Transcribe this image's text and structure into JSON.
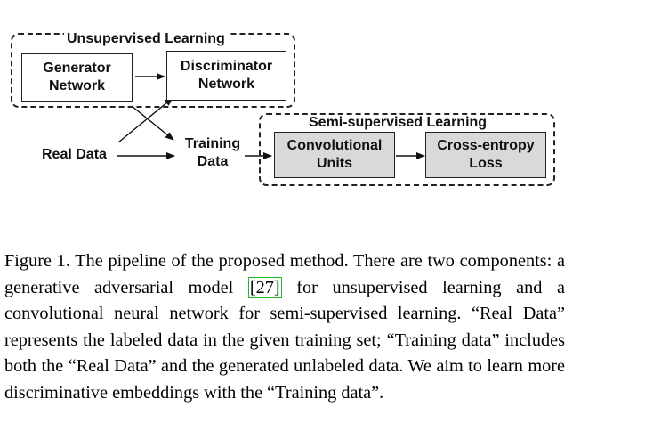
{
  "diagram": {
    "unsupervised_title": "Unsupervised Learning",
    "semisupervised_title": "Semi-supervised Learning",
    "generator_line1": "Generator",
    "generator_line2": "Network",
    "discriminator_line1": "Discriminator",
    "discriminator_line2": "Network",
    "real_data": "Real Data",
    "training_line1": "Training",
    "training_line2": "Data",
    "conv_line1": "Convolutional",
    "conv_line2": "Units",
    "ce_line1": "Cross-entropy",
    "ce_line2": "Loss"
  },
  "caption": {
    "part1": "Figure 1. The pipeline of the proposed method.  There are two components: a generative adversarial model ",
    "citation": "[27]",
    "part2": " for unsupervised learning and a convolutional neural network for semi-supervised learning.  “Real Data” represents the labeled data in the given training set; “Training data” includes both the “Real Data” and the generated unlabeled data. We aim to learn more discriminative embeddings with the “Training data”."
  }
}
